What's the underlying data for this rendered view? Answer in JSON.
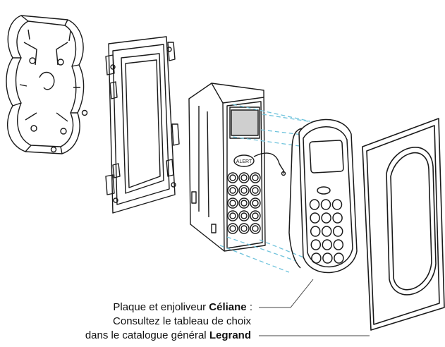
{
  "caption": {
    "line1_prefix": "Plaque et enjoliveur ",
    "line1_brand": "Céliane",
    "line1_suffix": " :",
    "line2": "Consultez le tableau de choix",
    "line3_prefix": "dans le catalogue général ",
    "line3_brand": "Legrand"
  },
  "device": {
    "panel_label": "ALERT"
  },
  "colors": {
    "line": "#1a1a1a",
    "leader": "#444444",
    "dash": "#6fc3dc",
    "screen": "#cfcfcf"
  },
  "icons": {
    "mounting_box": "double-wall-box-icon",
    "frame": "mounting-frame-icon",
    "module": "keypad-module-icon",
    "faceplate": "keypad-faceplate-icon",
    "cover": "cover-plate-icon"
  }
}
